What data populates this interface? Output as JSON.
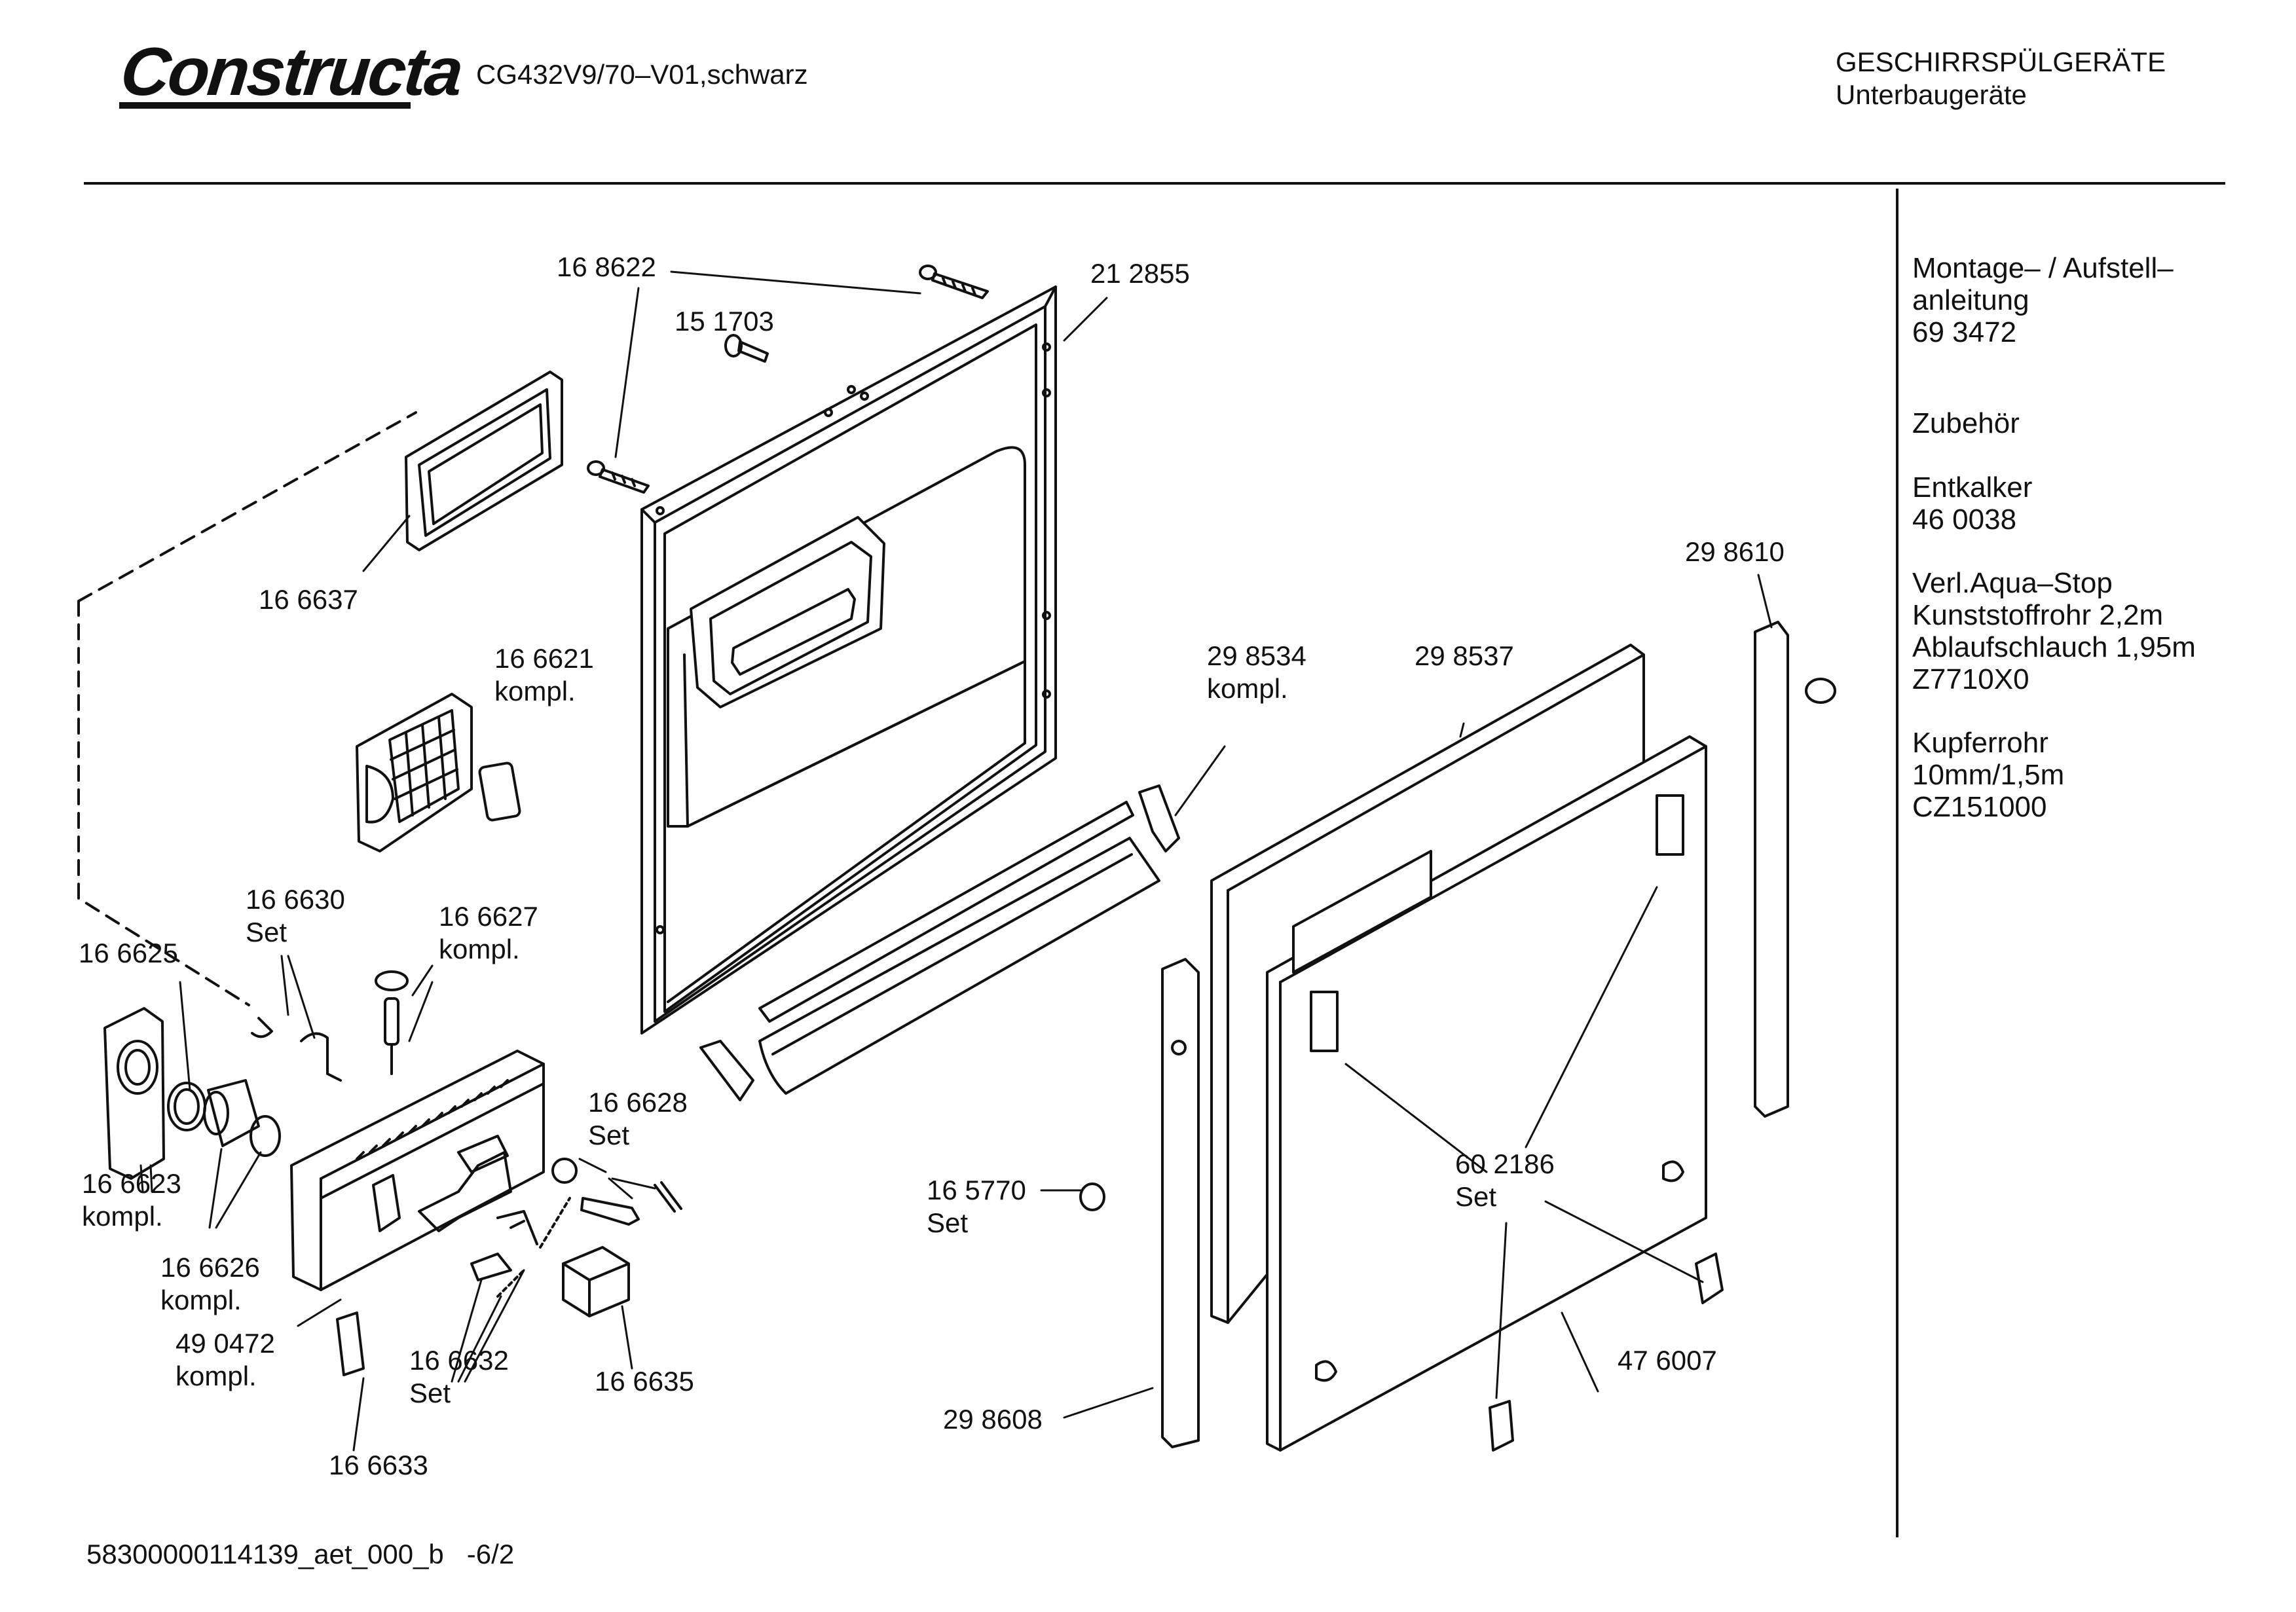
{
  "header": {
    "brand": "Constructa",
    "model": "CG432V9/70–V01,schwarz",
    "category_line1": "GESCHIRRSPÜLGERÄTE",
    "category_line2": "Unterbaugeräte"
  },
  "sidebar": {
    "installation": "Montage– / Aufstell–\nanleitung\n69 3472",
    "accessories_heading": "Zubehör",
    "descaler": "Entkalker\n46 0038",
    "aqua_stop": "Verl.Aqua–Stop\nKunststoffrohr 2,2m\nAblaufschlauch 1,95m\nZ7710X0",
    "copper_pipe": "Kupferrohr\n10mm/1,5m\nCZ151000"
  },
  "part_labels": {
    "p168622": "16 8622",
    "p151703": "15 1703",
    "p212855": "21 2855",
    "p166637": "16 6637",
    "p166621": "16 6621",
    "p166621_sub": "kompl.",
    "p298610": "29 8610",
    "p298534": "29 8534",
    "p298534_sub": "kompl.",
    "p298537": "29 8537",
    "p166630": "16 6630",
    "p166630_sub": "Set",
    "p166627": "16 6627",
    "p166627_sub": "kompl.",
    "p166625": "16 6625",
    "p166628": "16 6628",
    "p166628_sub": "Set",
    "p166623": "16 6623",
    "p166623_sub": "kompl.",
    "p165770": "16 5770",
    "p165770_sub": "Set",
    "p602186": "60 2186",
    "p602186_sub": "Set",
    "p166626": "16 6626",
    "p166626_sub": "kompl.",
    "p490472": "49 0472",
    "p490472_sub": "kompl.",
    "p166632": "16 6632",
    "p166632_sub": "Set",
    "p166635": "16 6635",
    "p476007": "47 6007",
    "p298608": "29 8608",
    "p166633": "16 6633"
  },
  "footer": {
    "doc_id": "58300000114139_aet_000_b   -6/2"
  }
}
